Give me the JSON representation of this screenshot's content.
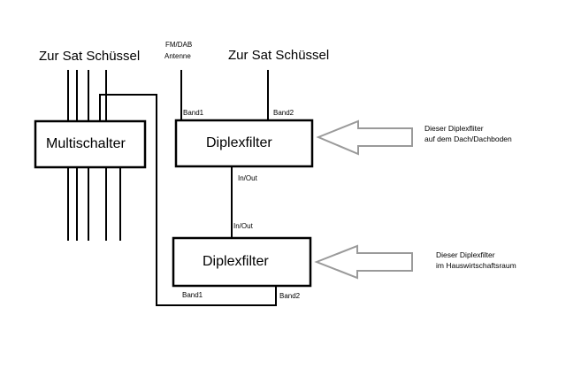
{
  "labels": {
    "sat_left": "Zur Sat Schüssel",
    "sat_right": "Zur Sat Schüssel",
    "fm_dab_line1": "FM/DAB",
    "fm_dab_line2": "Antenne",
    "multischalter": "Multischalter",
    "diplex_top": "Diplexfilter",
    "diplex_bottom": "Diplexfilter",
    "band1_top": "Band1",
    "band2_top": "Band2",
    "inout_top": "In/Out",
    "inout_bottom": "In/Out",
    "band1_bottom": "Band1",
    "band2_bottom": "Band2",
    "note_top_line1": "Dieser Diplexfliter",
    "note_top_line2": "auf dem Dach/Dachboden",
    "note_bottom_line1": "Dieser Diplexfilter",
    "note_bottom_line2": "im Hauswirtschaftsraum"
  },
  "colors": {
    "line": "#000000",
    "arrow_stroke": "#9a9a9a",
    "background": "#ffffff"
  }
}
